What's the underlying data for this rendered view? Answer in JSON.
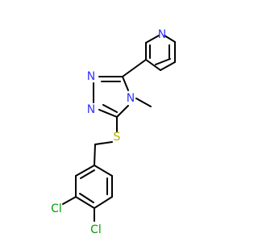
{
  "molecule": {
    "atoms": {
      "pyridine_n": {
        "text": "N",
        "color": "#3333ff"
      },
      "triazole_n1": {
        "text": "N",
        "color": "#3333ff"
      },
      "triazole_n2": {
        "text": "N",
        "color": "#3333ff"
      },
      "triazole_n4": {
        "text": "N",
        "color": "#3333ff"
      },
      "sulfur": {
        "text": "S",
        "color": "#b2b200"
      },
      "chlorine_1": {
        "text": "Cl",
        "color": "#00a000"
      },
      "chlorine_2": {
        "text": "Cl",
        "color": "#00a000"
      }
    },
    "bond_color": "#000000"
  }
}
